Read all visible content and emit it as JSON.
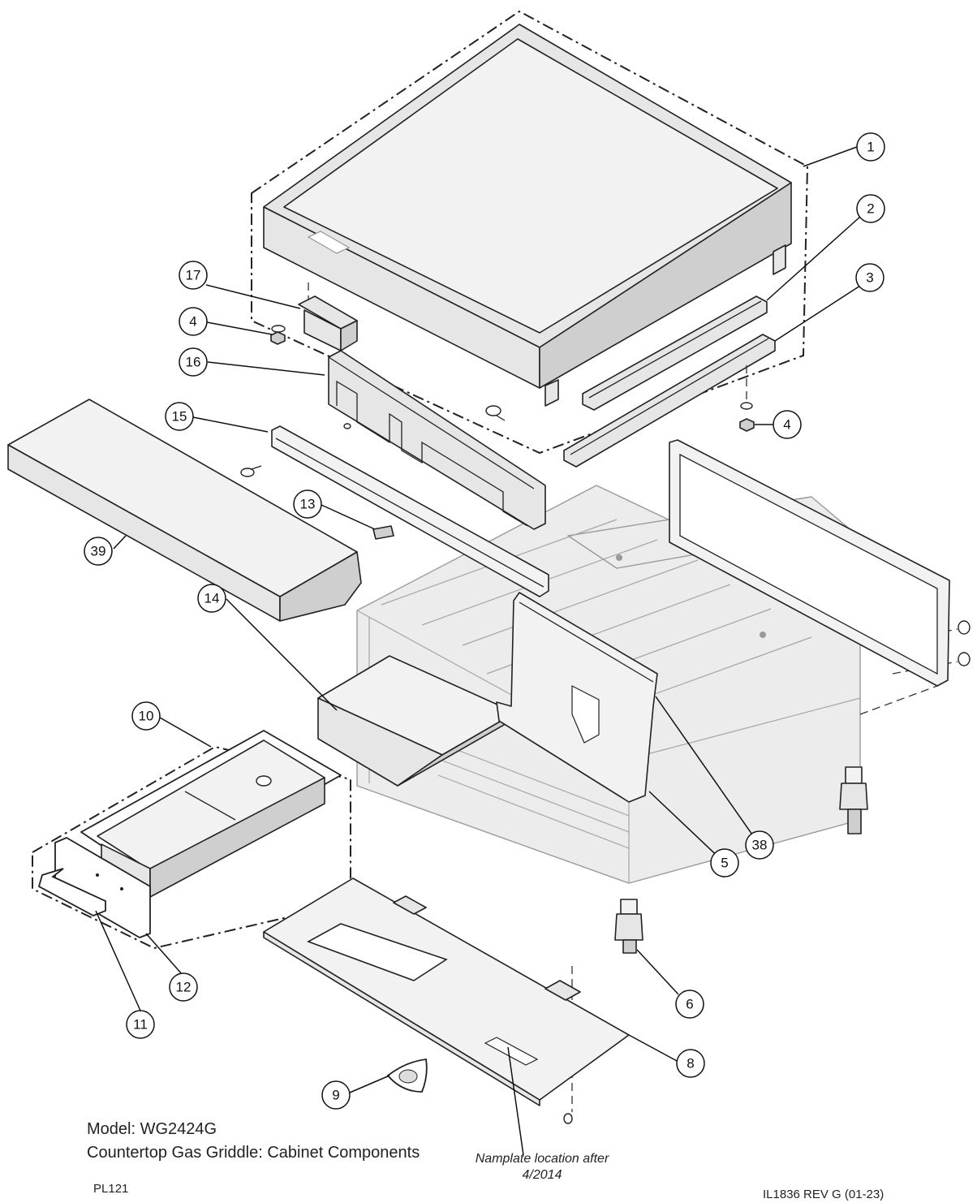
{
  "diagram": {
    "model": "Model: WG2424G",
    "title": "Countertop Gas Griddle: Cabinet Components",
    "namplate_note": "Namplate location after 4/2014",
    "page_code": "PL121",
    "drawing_revision": "IL1836  REV G (01-23)"
  },
  "callouts": [
    "1",
    "2",
    "3",
    "4",
    "4",
    "5",
    "6",
    "8",
    "9",
    "10",
    "11",
    "12",
    "13",
    "14",
    "15",
    "16",
    "17",
    "38",
    "39"
  ],
  "colors": {
    "line": "#222222",
    "part_fill": "#e6e6e6",
    "cabinet_outline": "#9a9a9a"
  }
}
